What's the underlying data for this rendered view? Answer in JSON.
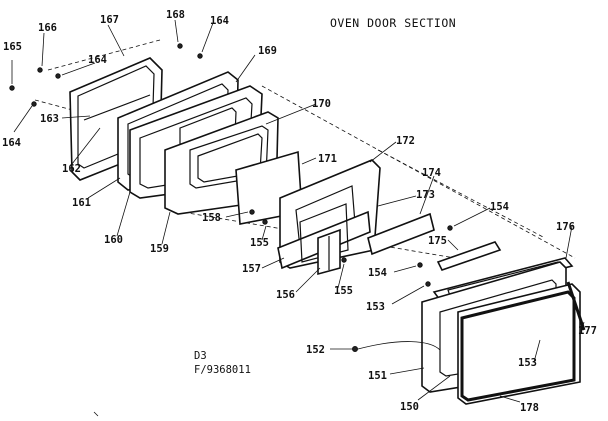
{
  "title": "OVEN DOOR SECTION",
  "code_line1": "D3",
  "code_line2": "F/9368011",
  "labels": [
    "165",
    "166",
    "167",
    "168",
    "164",
    "164",
    "164",
    "169",
    "163",
    "162",
    "170",
    "161",
    "171",
    "172",
    "160",
    "158",
    "159",
    "155",
    "173",
    "174",
    "154",
    "157",
    "156",
    "155",
    "175",
    "176",
    "154",
    "153",
    "177",
    "152",
    "153",
    "151",
    "150",
    "178"
  ]
}
